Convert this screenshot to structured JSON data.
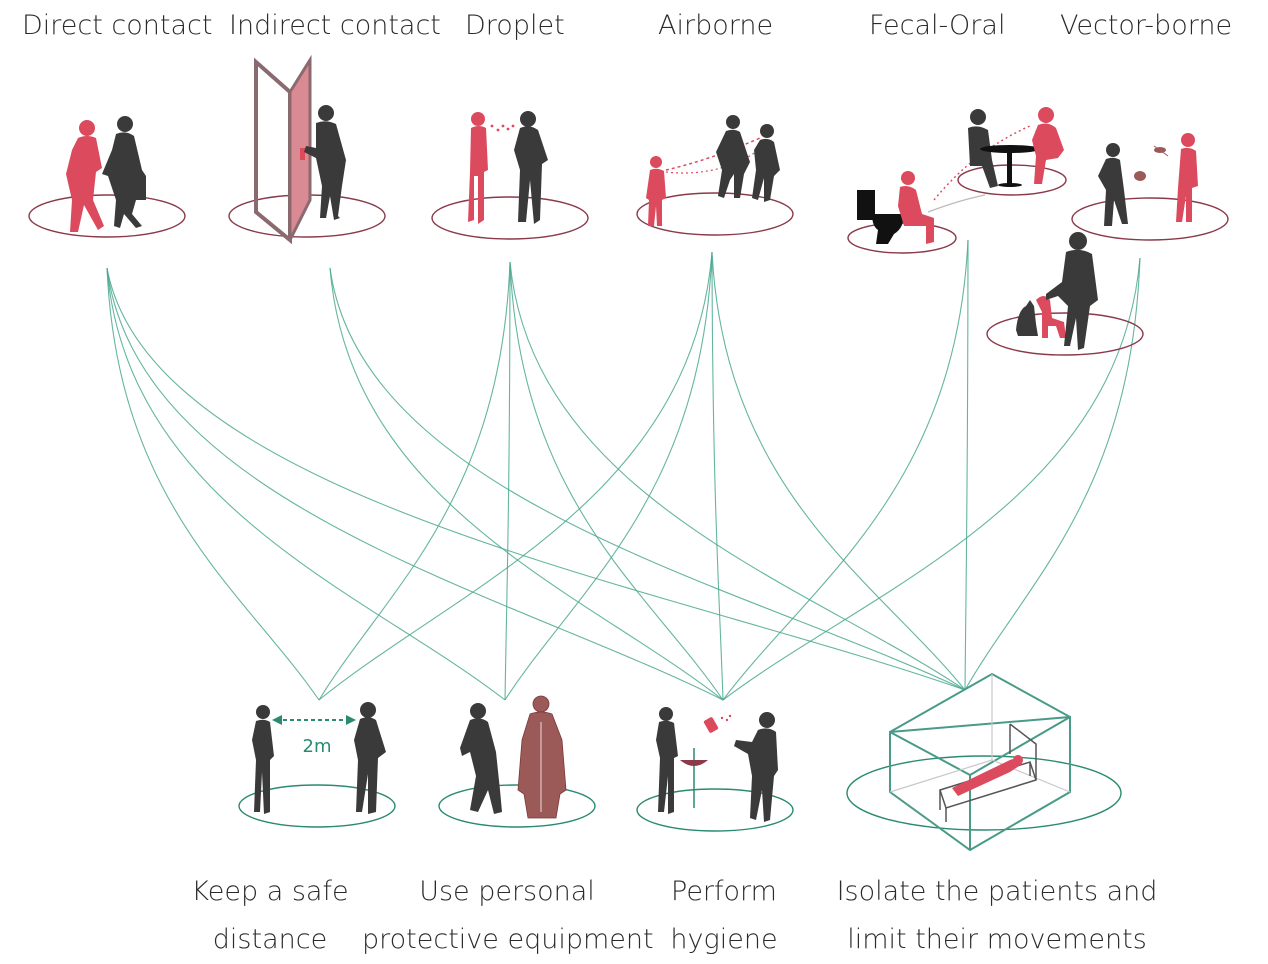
{
  "transmission_routes": [
    {
      "id": "direct",
      "label": "Direct contact"
    },
    {
      "id": "indirect",
      "label": "Indirect contact"
    },
    {
      "id": "droplet",
      "label": "Droplet"
    },
    {
      "id": "airborne",
      "label": "Airborne"
    },
    {
      "id": "fecal",
      "label": "Fecal-Oral"
    },
    {
      "id": "vector",
      "label": "Vector-borne"
    }
  ],
  "interventions": [
    {
      "id": "distance",
      "line1": "Keep a safe",
      "line2": "distance"
    },
    {
      "id": "ppe",
      "line1": "Use personal",
      "line2": "protective equipment"
    },
    {
      "id": "hygiene",
      "line1": "Perform",
      "line2": "hygiene"
    },
    {
      "id": "isolate",
      "line1": "Isolate the patients and",
      "line2": "limit their movements"
    }
  ],
  "distance_marker": "2m",
  "links": [
    [
      "direct",
      "distance"
    ],
    [
      "direct",
      "ppe"
    ],
    [
      "direct",
      "hygiene"
    ],
    [
      "direct",
      "isolate"
    ],
    [
      "indirect",
      "hygiene"
    ],
    [
      "indirect",
      "isolate"
    ],
    [
      "droplet",
      "distance"
    ],
    [
      "droplet",
      "ppe"
    ],
    [
      "droplet",
      "hygiene"
    ],
    [
      "droplet",
      "isolate"
    ],
    [
      "airborne",
      "distance"
    ],
    [
      "airborne",
      "ppe"
    ],
    [
      "airborne",
      "hygiene"
    ],
    [
      "airborne",
      "isolate"
    ],
    [
      "fecal",
      "hygiene"
    ],
    [
      "fecal",
      "isolate"
    ],
    [
      "vector",
      "hygiene"
    ],
    [
      "vector",
      "isolate"
    ]
  ],
  "colors": {
    "infected": "#dc4a5e",
    "healthy": "#3a3a3a",
    "route_ring": "#8a3a4a",
    "intervention_ring": "#2a8a72",
    "link": "#4aa88e",
    "ppe_suit": "#9b5a58"
  }
}
